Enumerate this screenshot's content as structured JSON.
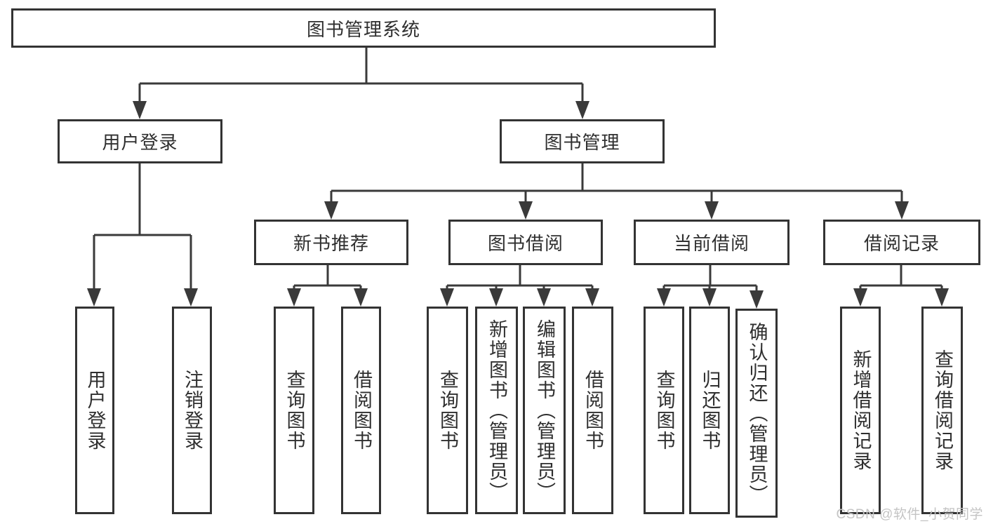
{
  "tree": {
    "root": "图书管理系统",
    "user_login": {
      "label": "用户登录",
      "children": [
        "用户登录",
        "注销登录"
      ]
    },
    "book_mgmt": {
      "label": "图书管理",
      "new_book": {
        "label": "新书推荐",
        "children": [
          "查询图书",
          "借阅图书"
        ]
      },
      "borrow": {
        "label": "图书借阅",
        "children": [
          "查询图书",
          "新增图书（管理员）",
          "编辑图书（管理员）",
          "借阅图书"
        ]
      },
      "current": {
        "label": "当前借阅",
        "children": [
          "查询图书",
          "归还图书",
          "确认归还（管理员）"
        ]
      },
      "records": {
        "label": "借阅记录",
        "children": [
          "新增借阅记录",
          "查询借阅记录"
        ]
      }
    }
  },
  "watermark": "CSDN @软件_小贺同学",
  "colors": {
    "line": "#3a3a3a",
    "box_border": "#333333",
    "text": "#2f2f2f",
    "watermark_text": "#c4c4c4",
    "background": "#ffffff"
  }
}
